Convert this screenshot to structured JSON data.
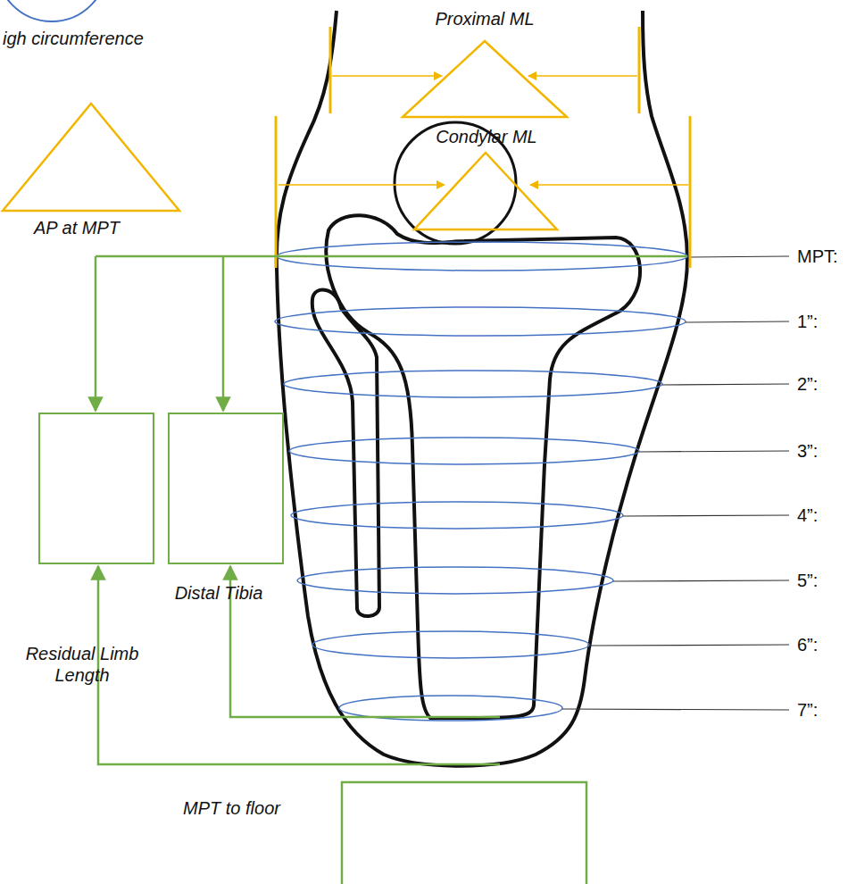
{
  "diagram": {
    "nodes": [
      {
        "text": [
          "igh circumference"
        ]
      },
      {
        "text": [
          "Proximal ML"
        ]
      },
      {
        "text": [
          "AP at MPT"
        ]
      },
      {
        "text": [
          "Condylar ML"
        ]
      },
      {
        "text": [
          "Residual Limb Length"
        ]
      },
      {
        "text": [
          "Distal Tibia"
        ]
      },
      {
        "text": [
          "MPT to floor"
        ]
      }
    ],
    "labels": [
      "MPT:",
      "1”:",
      "2”:",
      "3”:",
      "4”:",
      "5”:",
      "6”:",
      "7”:"
    ]
  }
}
